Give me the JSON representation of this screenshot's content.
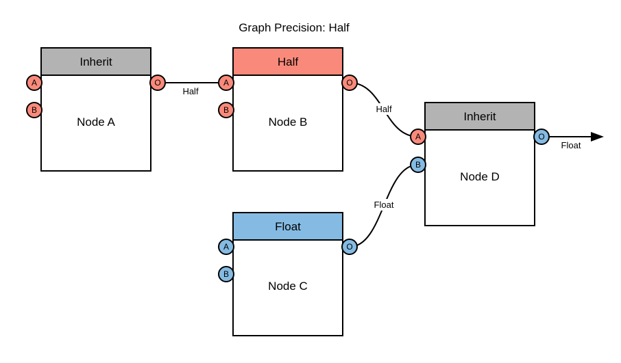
{
  "title": "Graph Precision: Half",
  "colors": {
    "half": "#f98a7b",
    "float": "#85bbe3",
    "inherit": "#b3b3b3",
    "stroke": "#000000",
    "node_fill": "#ffffff"
  },
  "nodes": [
    {
      "name": "Node A",
      "header": "Inherit",
      "ports": [
        {
          "label": "A"
        },
        {
          "label": "B"
        },
        {
          "label": "O"
        }
      ]
    },
    {
      "name": "Node B",
      "header": "Half",
      "ports": [
        {
          "label": "A"
        },
        {
          "label": "B"
        },
        {
          "label": "O"
        }
      ]
    },
    {
      "name": "Node C",
      "header": "Float",
      "ports": [
        {
          "label": "A"
        },
        {
          "label": "B"
        },
        {
          "label": "O"
        }
      ]
    },
    {
      "name": "Node D",
      "header": "Inherit",
      "ports": [
        {
          "label": "A"
        },
        {
          "label": "B"
        },
        {
          "label": "O"
        }
      ]
    }
  ],
  "edges": [
    {
      "from": "Node A:O",
      "to": "Node B:A",
      "label": "Half"
    },
    {
      "from": "Node B:O",
      "to": "Node D:A",
      "label": "Half"
    },
    {
      "from": "Node C:O",
      "to": "Node D:B",
      "label": "Float"
    },
    {
      "from": "Node D:O",
      "to": "output",
      "label": "Float"
    }
  ]
}
